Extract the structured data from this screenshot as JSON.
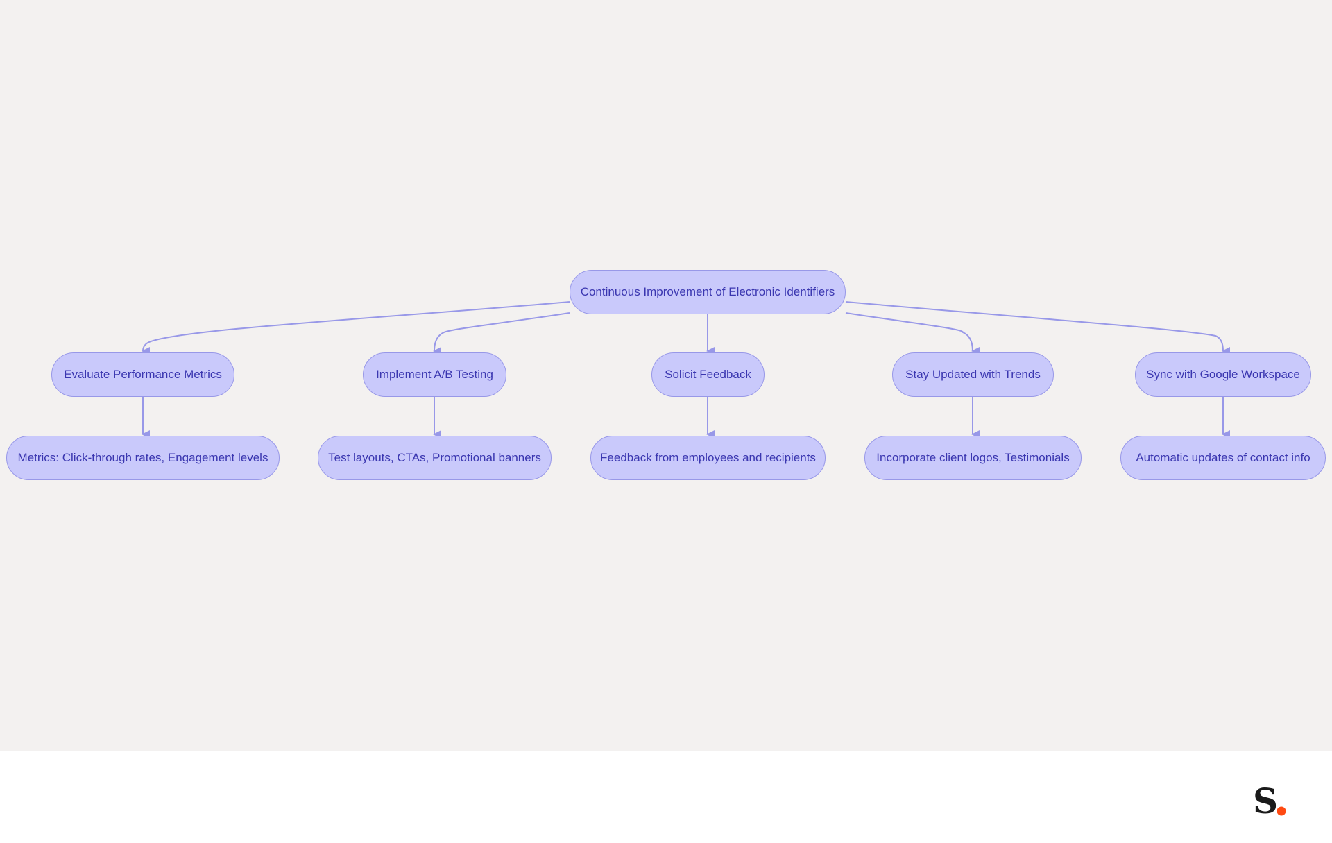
{
  "diagram": {
    "root": {
      "label": "Continuous Improvement of Electronic Identifiers"
    },
    "branches": [
      {
        "label": "Evaluate Performance Metrics",
        "child": "Metrics: Click-through rates, Engagement levels"
      },
      {
        "label": "Implement A/B Testing",
        "child": "Test layouts, CTAs, Promotional banners"
      },
      {
        "label": "Solicit Feedback",
        "child": "Feedback from employees and recipients"
      },
      {
        "label": "Stay Updated with Trends",
        "child": "Incorporate client logos, Testimonials"
      },
      {
        "label": "Sync with Google Workspace",
        "child": "Automatic updates of contact info"
      }
    ]
  },
  "colors": {
    "canvas_background": "#f3f1f0",
    "node_fill": "#c9c9fb",
    "node_border": "#9898e8",
    "node_text": "#3a36b0",
    "edge": "#9898e8",
    "logo_letter": "#1a1a1a",
    "logo_dot": "#ff4a12"
  },
  "brand_logo": {
    "letter": "S"
  }
}
